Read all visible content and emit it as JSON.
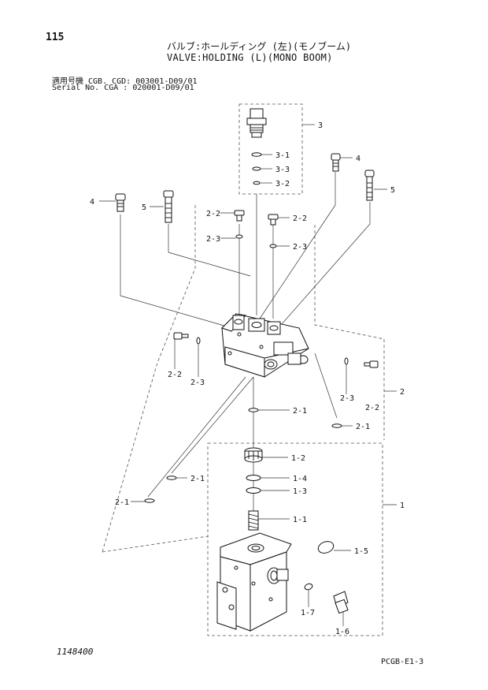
{
  "header": {
    "page_number": "115",
    "title_jp": "バルブ:ホールディング (左)(モノブーム)",
    "title_en": "VALVE:HOLDING (L)(MONO BOOM)",
    "serial_line_1": "適用号機 CGB. CGD: 003001-D09/01",
    "serial_line_2": "Serial No. CGA : 020001-D09/01"
  },
  "footer": {
    "drawing_number": "1148400",
    "sheet_code": "PCGB-E1-3"
  },
  "callouts": {
    "c3": "3",
    "c3_1": "3-1",
    "c3_3": "3-3",
    "c3_2": "3-2",
    "c4_right": "4",
    "c5_right": "5",
    "c4_left": "4",
    "c5_left": "5",
    "c2_2_a": "2-2",
    "c2_2_b": "2-2",
    "c2_3_a": "2-3",
    "c2_3_b": "2-3",
    "c2_2_c": "2-2",
    "c2_3_c": "2-3",
    "c2_3_d": "2-3",
    "c2": "2",
    "c2_2_d": "2-2",
    "c2_1_a": "2-1",
    "c2_1_b": "2-1",
    "c2_1_c": "2-1",
    "c2_1_d": "2-1",
    "c1_2": "1-2",
    "c1_4": "1-4",
    "c1_3": "1-3",
    "c1_1": "1-1",
    "c1": "1",
    "c1_5": "1-5",
    "c1_7": "1-7",
    "c1_6": "1-6"
  }
}
